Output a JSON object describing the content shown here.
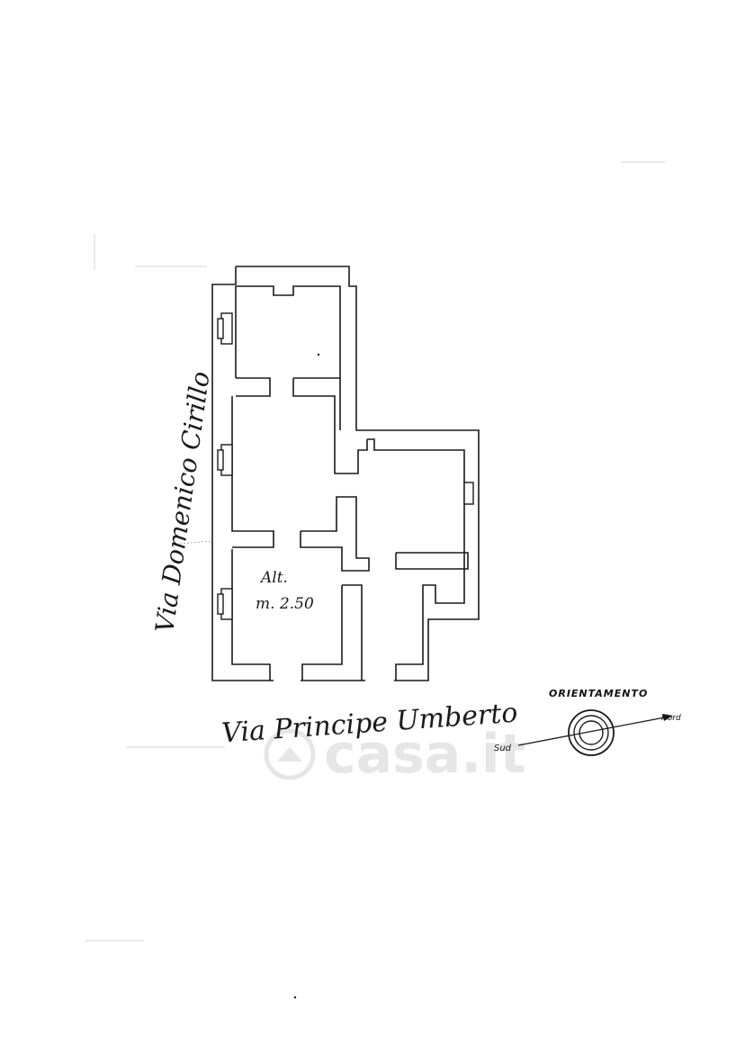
{
  "floorplan": {
    "street_left": "Via Domenico Cirillo",
    "street_bottom": "Via Principe Umberto",
    "height_note_line1": "Alt.",
    "height_note_line2": "m. 2.50"
  },
  "orientation": {
    "title": "ORIENTAMENTO",
    "south_label": "Sud",
    "north_label": "Nord"
  },
  "watermark": {
    "text": "casa.it",
    "icon": "house-icon"
  },
  "colors": {
    "ink": "#1a1a1a",
    "paper": "#ffffff",
    "watermark": "#e6e6e6"
  }
}
